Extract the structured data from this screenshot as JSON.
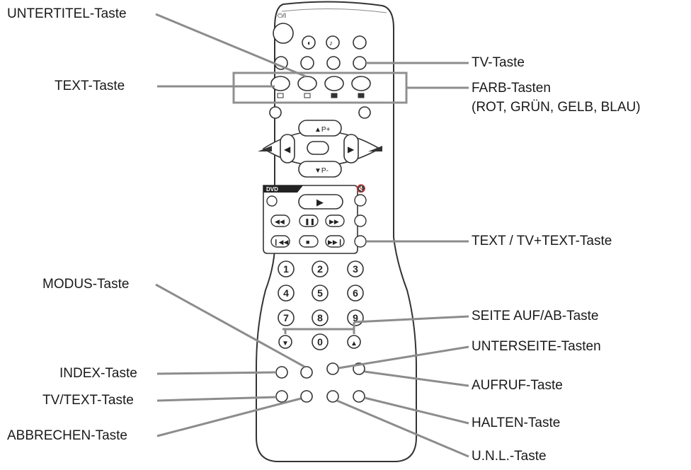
{
  "labels": {
    "untertitel": "UNTERTITEL-Taste",
    "text": "TEXT-Taste",
    "tv": "TV-Taste",
    "farb_line1": "FARB-Tasten",
    "farb_line2": "(ROT, GRÜN, GELB, BLAU)",
    "text_tv_text": "TEXT / TV+TEXT-Taste",
    "modus": "MODUS-Taste",
    "seite": "SEITE AUF/AB-Taste",
    "unterseite": "UNTERSEITE-Tasten",
    "index": "INDEX-Taste",
    "aufruf": "AUFRUF-Taste",
    "tvtext": "TV/TEXT-Taste",
    "halten": "HALTEN-Taste",
    "abbrechen": "ABBRECHEN-Taste",
    "unl": "U.N.L.-Taste"
  },
  "remote": {
    "panel_label": "DVD",
    "keypad": [
      "1",
      "2",
      "3",
      "4",
      "5",
      "6",
      "7",
      "8",
      "9",
      "0"
    ],
    "dpad_up": "▲P+",
    "dpad_down": "▼P-"
  },
  "colors": {
    "leader": "#8c8c8c",
    "outline": "#3a3a3a",
    "highlight_box": "#909090"
  }
}
